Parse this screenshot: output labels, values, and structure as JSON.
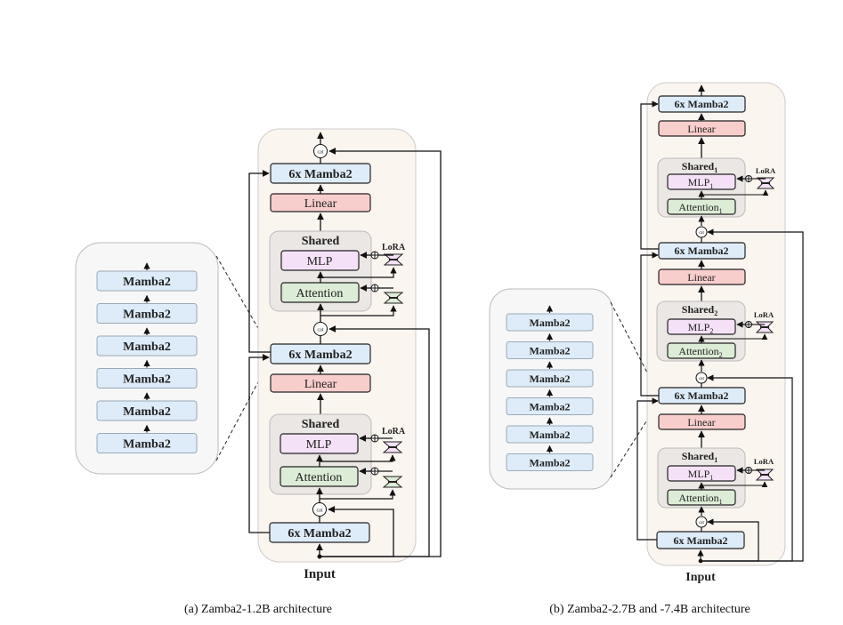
{
  "colors": {
    "mamba_fill": "#deecf9",
    "linear_fill": "#f8cecc",
    "mlp_fill": "#f5e1f7",
    "attention_fill": "#dcecd6",
    "shared_fill": "#ebe7e4",
    "outer_fill": "#fbf5f0",
    "zoom_panel_fill": "#f7f7f7",
    "stroke": "#222222"
  },
  "labels": {
    "cat": "cat",
    "lora": "LoRA",
    "input": "Input"
  },
  "fig_a": {
    "caption": "(a) Zamba2-1.2B architecture",
    "zoom_panel_blocks": [
      "Mamba2",
      "Mamba2",
      "Mamba2",
      "Mamba2",
      "Mamba2",
      "Mamba2"
    ],
    "blocks": {
      "top_mamba": "6x Mamba2",
      "top_linear": "Linear",
      "top_shared": "Shared",
      "top_mlp": "MLP",
      "top_attention": "Attention",
      "mid_mamba": "6x Mamba2",
      "mid_linear": "Linear",
      "mid_shared": "Shared",
      "mid_mlp": "MLP",
      "mid_attention": "Attention",
      "bottom_mamba": "6x Mamba2"
    }
  },
  "fig_b": {
    "caption": "(b) Zamba2-2.7B and -7.4B architecture",
    "zoom_panel_blocks": [
      "Mamba2",
      "Mamba2",
      "Mamba2",
      "Mamba2",
      "Mamba2",
      "Mamba2"
    ],
    "blocks": {
      "top_mamba": "6x Mamba2",
      "top_linear": "Linear",
      "top_shared": "Shared",
      "top_shared_sub": "1",
      "top_mlp": "MLP",
      "top_mlp_sub": "1",
      "top_attention": "Attention",
      "top_attention_sub": "1",
      "mid_mamba": "6x Mamba2",
      "mid_linear": "Linear",
      "mid_shared": "Shared",
      "mid_shared_sub": "2",
      "mid_mlp": "MLP",
      "mid_mlp_sub": "2",
      "mid_attention": "Attention",
      "mid_attention_sub": "2",
      "low_mamba": "6x Mamba2",
      "low_linear": "Linear",
      "low_shared": "Shared",
      "low_shared_sub": "1",
      "low_mlp": "MLP",
      "low_mlp_sub": "1",
      "low_attention": "Attention",
      "low_attention_sub": "1",
      "bottom_mamba": "6x Mamba2"
    }
  }
}
